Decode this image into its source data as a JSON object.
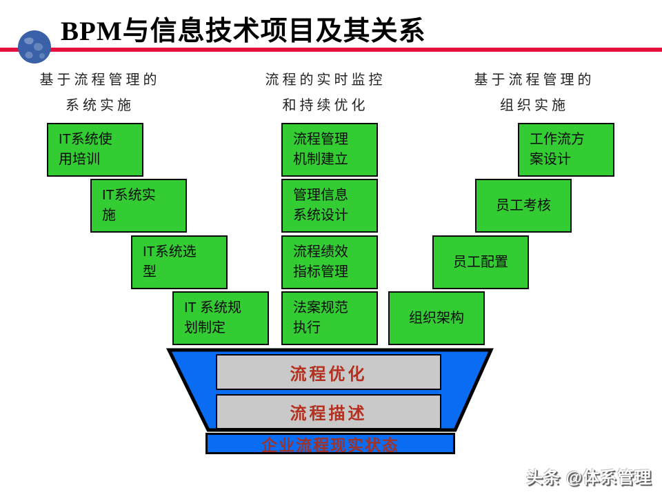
{
  "slide": {
    "title": "BPM与信息技术项目及其关系",
    "watermark": "头条 @体系管理"
  },
  "columns": [
    {
      "header": [
        "基于流程管理的",
        "系统实施"
      ],
      "boxes": [
        "IT系统使用培训",
        "IT系统实施",
        "IT系统选型",
        "IT 系统规划制定"
      ]
    },
    {
      "header": [
        "流程的实时监控",
        "和持续优化"
      ],
      "boxes": [
        "流程管理机制建立",
        "管理信息系统设计",
        "流程绩效指标管理",
        "法案规范执行"
      ]
    },
    {
      "header": [
        "基于流程管理的",
        "组织实施"
      ],
      "boxes": [
        "工作流方案设计",
        "员工考核",
        "员工配置",
        "组织架构"
      ]
    }
  ],
  "funnel": {
    "layers": [
      "流程优化",
      "流程描述"
    ],
    "base": "企业流程现实状态"
  },
  "colors": {
    "accent_red_line": "#e3123e",
    "box_green": "#33cc33",
    "funnel_blue": "#0a6cf2",
    "layer_gray": "#c9c9c9",
    "layer_text_red": "#b3301f",
    "base_text_red": "#a03328",
    "globe_blue": "#3a61a8"
  }
}
